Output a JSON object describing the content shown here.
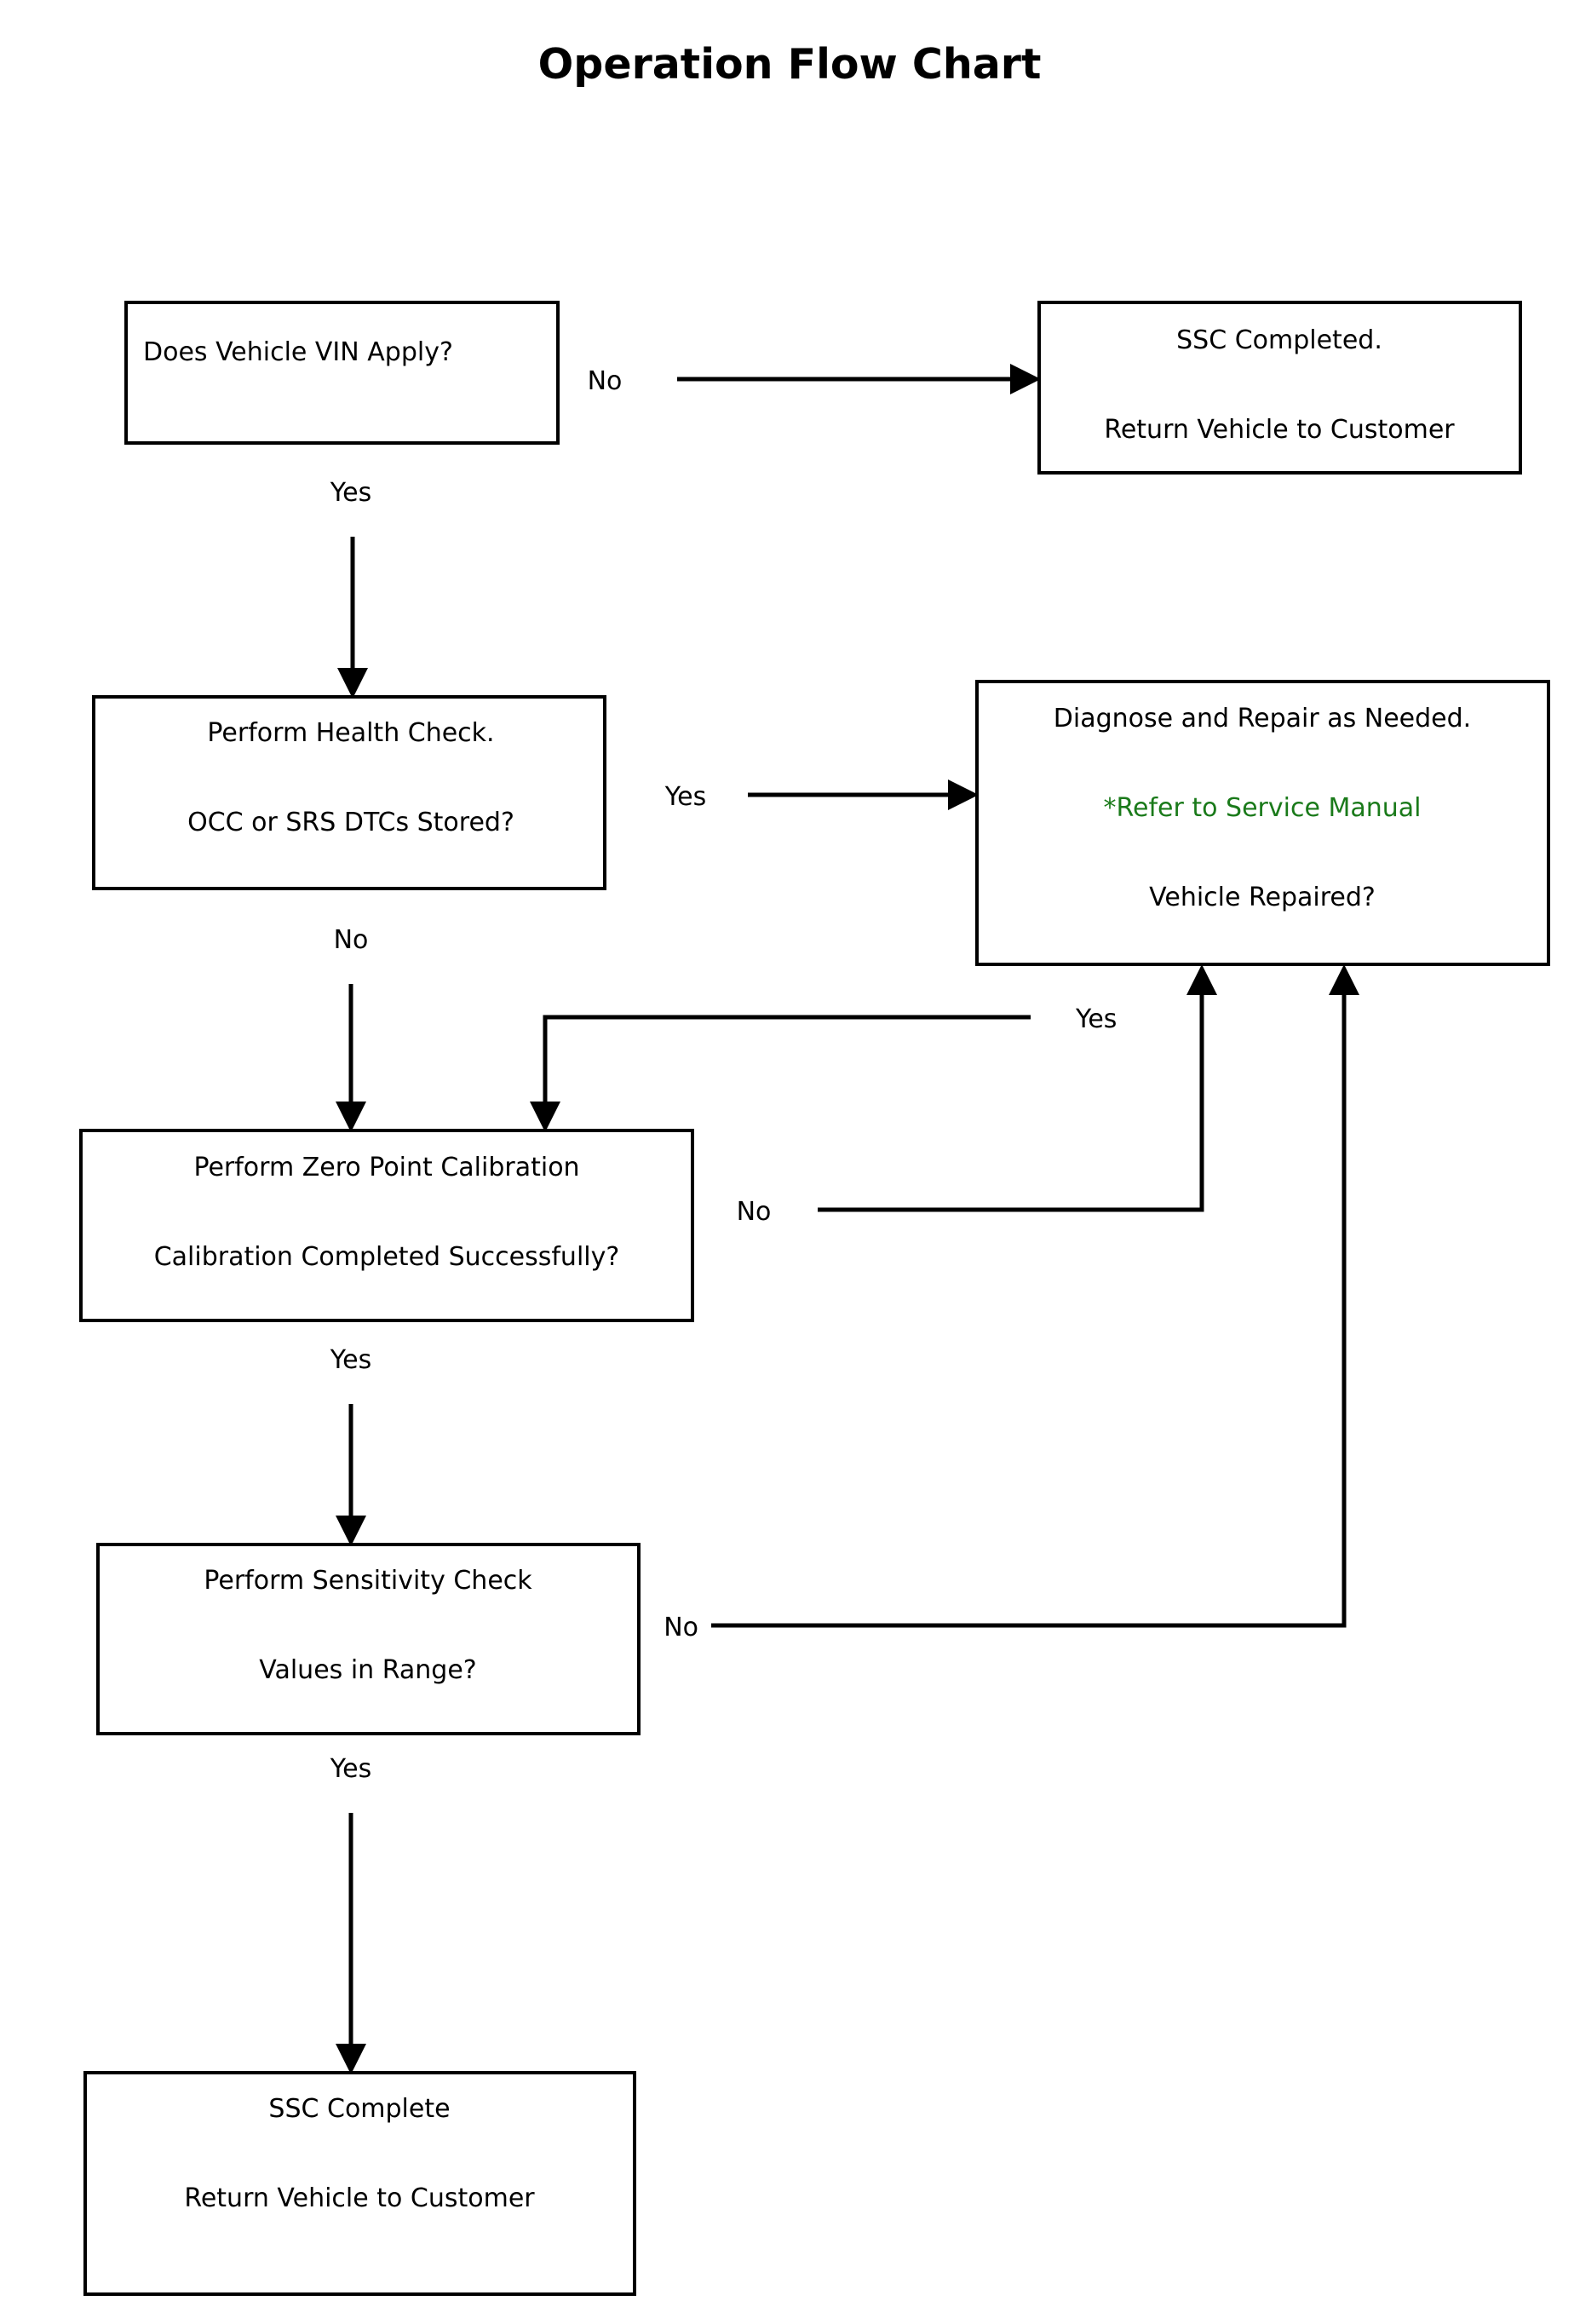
{
  "title": "Operation Flow Chart",
  "colors": {
    "background": "#ffffff",
    "stroke": "#000000",
    "text": "#000000",
    "accent_green": "#1a7a1a"
  },
  "chart_data": {
    "type": "diagram",
    "title": "Operation Flow Chart",
    "diagram_kind": "flowchart",
    "orientation": "top-to-bottom",
    "nodes": [
      {
        "id": "vin",
        "shape": "rectangle",
        "lines": [
          "Does Vehicle VIN Apply?"
        ],
        "align": "left"
      },
      {
        "id": "ssc_completed",
        "shape": "rectangle",
        "lines": [
          "SSC Completed.",
          "Return Vehicle to Customer"
        ],
        "align": "center"
      },
      {
        "id": "health_check",
        "shape": "rectangle",
        "lines": [
          "Perform Health Check.",
          "OCC or SRS DTCs Stored?"
        ],
        "align": "center"
      },
      {
        "id": "diagnose",
        "shape": "rectangle",
        "lines": [
          "Diagnose and Repair as Needed.",
          "*Refer to Service Manual",
          "Vehicle Repaired?"
        ],
        "align": "center",
        "line_colors": [
          "#000000",
          "#1a7a1a",
          "#000000"
        ]
      },
      {
        "id": "zero_point",
        "shape": "rectangle",
        "lines": [
          "Perform Zero Point Calibration",
          "Calibration Completed Successfully?"
        ],
        "align": "center"
      },
      {
        "id": "sensitivity",
        "shape": "rectangle",
        "lines": [
          "Perform Sensitivity Check",
          "Values in Range?"
        ],
        "align": "center"
      },
      {
        "id": "ssc_complete",
        "shape": "rectangle",
        "lines": [
          "SSC Complete",
          "Return Vehicle to Customer"
        ],
        "align": "center"
      }
    ],
    "edges": [
      {
        "from": "vin",
        "to": "ssc_completed",
        "label": "No"
      },
      {
        "from": "vin",
        "to": "health_check",
        "label": "Yes"
      },
      {
        "from": "health_check",
        "to": "diagnose",
        "label": "Yes"
      },
      {
        "from": "health_check",
        "to": "zero_point",
        "label": "No"
      },
      {
        "from": "diagnose",
        "to": "zero_point",
        "label": "Yes"
      },
      {
        "from": "zero_point",
        "to": "diagnose",
        "label": "No"
      },
      {
        "from": "zero_point",
        "to": "sensitivity",
        "label": "Yes"
      },
      {
        "from": "sensitivity",
        "to": "diagnose",
        "label": "No"
      },
      {
        "from": "sensitivity",
        "to": "ssc_complete",
        "label": "Yes"
      }
    ]
  },
  "nodes": {
    "vin": {
      "line1": "Does Vehicle VIN Apply?"
    },
    "ssc_completed": {
      "line1": "SSC Completed.",
      "line2": "Return Vehicle to Customer"
    },
    "health_check": {
      "line1": "Perform Health Check.",
      "line2": "OCC or SRS DTCs Stored?"
    },
    "diagnose": {
      "line1": "Diagnose and Repair as Needed.",
      "line2": "*Refer to Service Manual",
      "line3": "Vehicle Repaired?"
    },
    "zero_point": {
      "line1": "Perform Zero Point Calibration",
      "line2": "Calibration Completed Successfully?"
    },
    "sensitivity": {
      "line1": "Perform Sensitivity Check",
      "line2": "Values in Range?"
    },
    "ssc_complete": {
      "line1": "SSC Complete",
      "line2": "Return Vehicle to Customer"
    }
  },
  "edge_labels": {
    "vin_no": "No",
    "vin_yes": "Yes",
    "health_yes": "Yes",
    "health_no": "No",
    "diagnose_yes": "Yes",
    "zero_no": "No",
    "zero_yes": "Yes",
    "sensitivity_no": "No",
    "sensitivity_yes": "Yes"
  }
}
